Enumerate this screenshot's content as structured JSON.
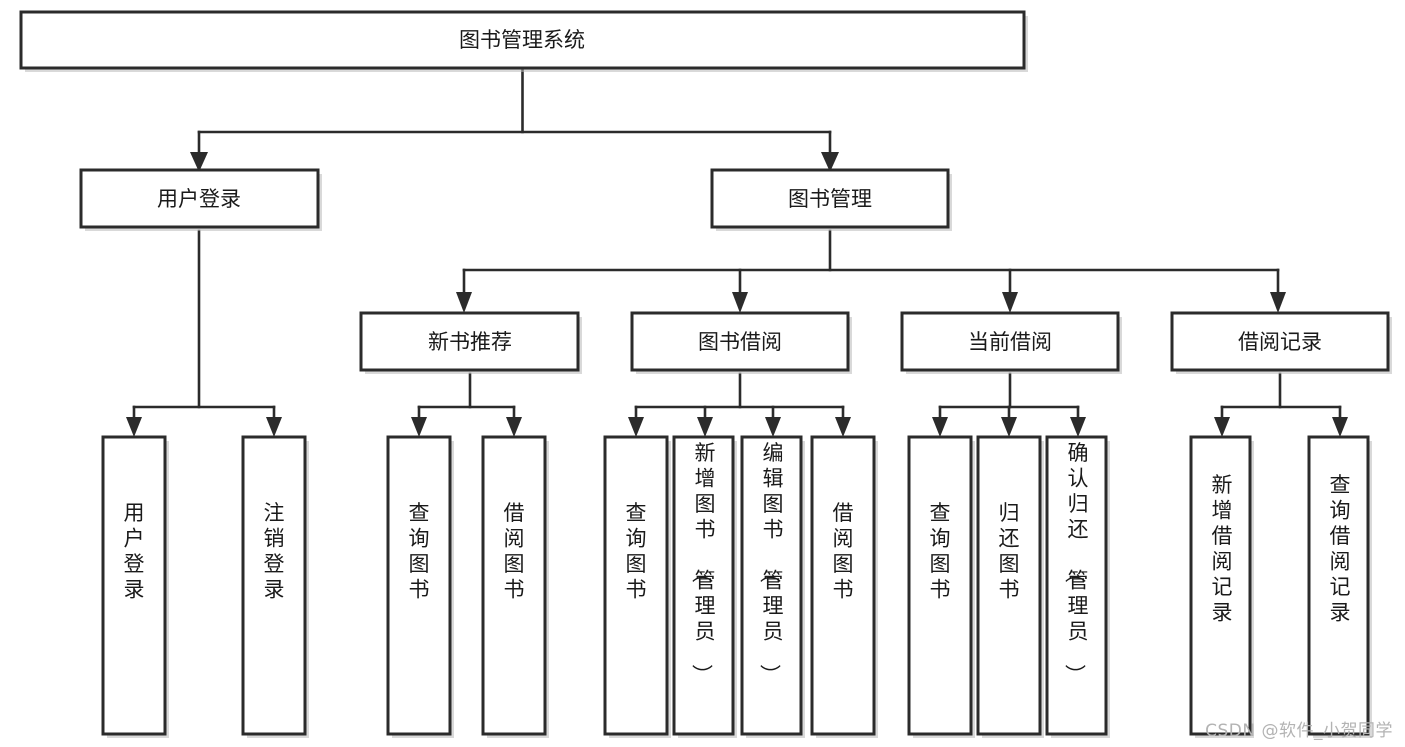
{
  "diagram": {
    "type": "tree",
    "title": "图书管理系统",
    "watermark": "CSDN @软件_小贺同学",
    "background_color": "#ffffff",
    "box_stroke_color": "#2b2b2b",
    "box_fill_color": "#ffffff",
    "text_color": "#1a1a1a",
    "levels": [
      {
        "level": 1,
        "nodes": [
          {
            "id": "root",
            "label": "图书管理系统",
            "orientation": "horizontal"
          }
        ]
      },
      {
        "level": 2,
        "nodes": [
          {
            "id": "login",
            "label": "用户登录",
            "orientation": "horizontal",
            "parent": "root"
          },
          {
            "id": "bookmgmt",
            "label": "图书管理",
            "orientation": "horizontal",
            "parent": "root"
          }
        ]
      },
      {
        "level": 3,
        "nodes": [
          {
            "id": "newbook",
            "label": "新书推荐",
            "orientation": "horizontal",
            "parent": "bookmgmt"
          },
          {
            "id": "borrow",
            "label": "图书借阅",
            "orientation": "horizontal",
            "parent": "bookmgmt"
          },
          {
            "id": "current",
            "label": "当前借阅",
            "orientation": "horizontal",
            "parent": "bookmgmt"
          },
          {
            "id": "records",
            "label": "借阅记录",
            "orientation": "horizontal",
            "parent": "bookmgmt"
          }
        ]
      },
      {
        "level": 4,
        "nodes": [
          {
            "id": "leaf-1",
            "label": "用户登录",
            "orientation": "vertical",
            "parent": "login"
          },
          {
            "id": "leaf-2",
            "label": "注销登录",
            "orientation": "vertical",
            "parent": "login"
          },
          {
            "id": "leaf-3",
            "label": "查询图书",
            "orientation": "vertical",
            "parent": "newbook"
          },
          {
            "id": "leaf-4",
            "label": "借阅图书",
            "orientation": "vertical",
            "parent": "newbook"
          },
          {
            "id": "leaf-5",
            "label": "查询图书",
            "orientation": "vertical",
            "parent": "borrow"
          },
          {
            "id": "leaf-6",
            "label": "新增图书（管理员）",
            "orientation": "vertical",
            "parent": "borrow"
          },
          {
            "id": "leaf-7",
            "label": "编辑图书（管理员）",
            "orientation": "vertical",
            "parent": "borrow"
          },
          {
            "id": "leaf-8",
            "label": "借阅图书",
            "orientation": "vertical",
            "parent": "borrow"
          },
          {
            "id": "leaf-9",
            "label": "查询图书",
            "orientation": "vertical",
            "parent": "current"
          },
          {
            "id": "leaf-10",
            "label": "归还图书",
            "orientation": "vertical",
            "parent": "current"
          },
          {
            "id": "leaf-11",
            "label": "确认归还（管理员）",
            "orientation": "vertical",
            "parent": "current"
          },
          {
            "id": "leaf-12",
            "label": "新增借阅记录",
            "orientation": "vertical",
            "parent": "records"
          },
          {
            "id": "leaf-13",
            "label": "查询借阅记录",
            "orientation": "vertical",
            "parent": "records"
          }
        ]
      }
    ]
  }
}
